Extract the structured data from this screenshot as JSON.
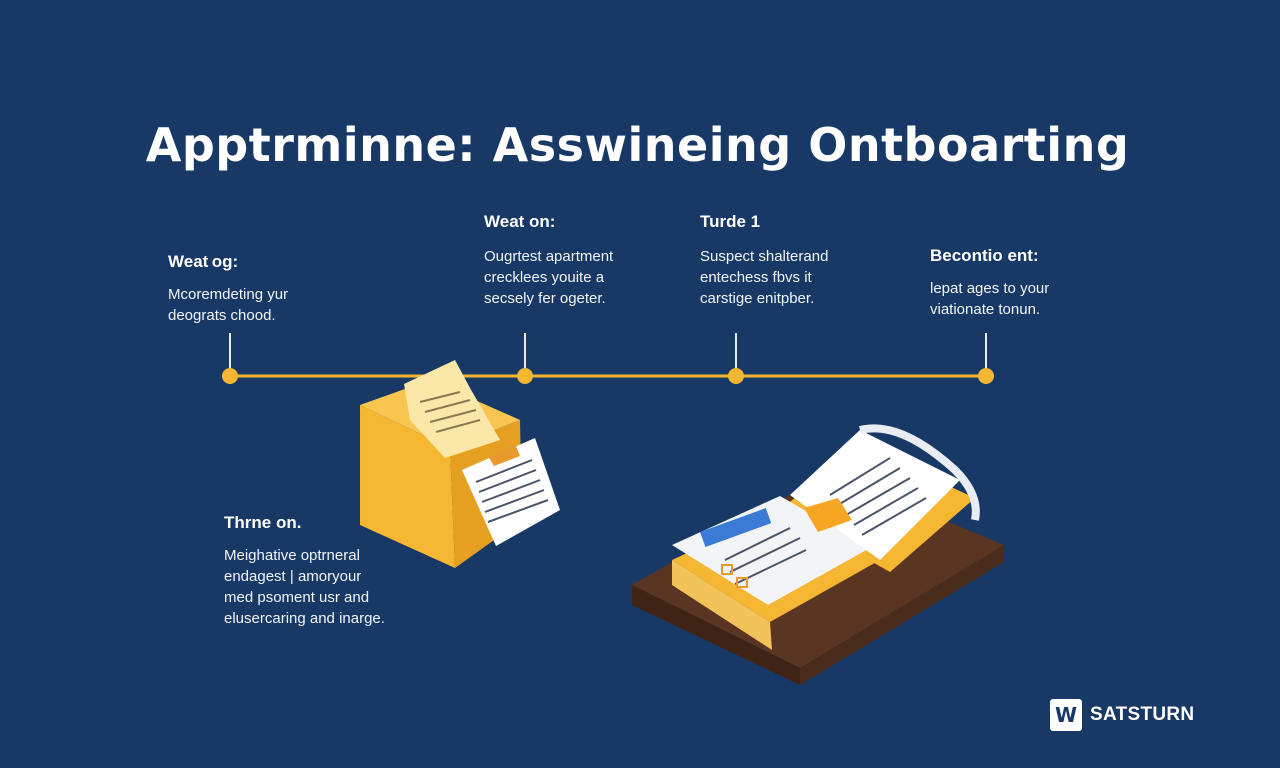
{
  "title": "Apptrminne: Asswineing Ontboarting",
  "steps": [
    {
      "heading": "Weat og:",
      "lines": [
        "Mcoremdeting yur",
        "deograts chood."
      ]
    },
    {
      "heading": "Weat on:",
      "lines": [
        "Ougrtest apartment",
        "crecklees youite a",
        "secsely fer ogeter."
      ]
    },
    {
      "heading": "Turde 1",
      "lines": [
        "Suspect shalterand",
        "entechess fbvs it",
        "carstige enitpber."
      ]
    },
    {
      "heading": "Becontio ent:",
      "lines": [
        "lepat ages to your",
        "viationate tonun."
      ]
    },
    {
      "heading": "Thrne on.",
      "lines": [
        "Meighative optrneral",
        "endagest | amoryour",
        "med psoment usr and",
        "elusercaring and inarge."
      ]
    }
  ],
  "logo": {
    "mark": "W",
    "text": "SATSTURN"
  },
  "colors": {
    "background": "#183866",
    "accent": "#f5b731",
    "text": "#ffffff"
  }
}
